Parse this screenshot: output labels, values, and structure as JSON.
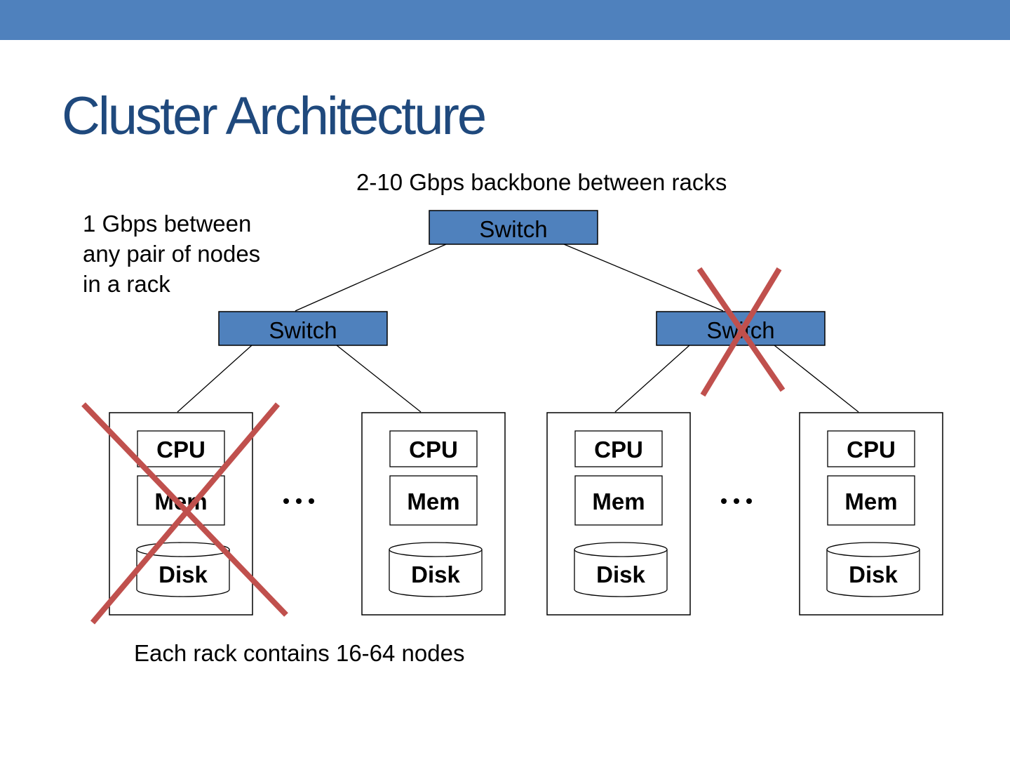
{
  "slide": {
    "title": "Cluster Architecture",
    "accent_color": "#4f81bd",
    "title_color": "#1f497d"
  },
  "captions": {
    "backbone": "2-10 Gbps backbone between racks",
    "rack_bandwidth": [
      "1 Gbps between",
      "any pair of nodes",
      "in a rack"
    ],
    "rack_size": "Each rack contains 16-64 nodes"
  },
  "switches": {
    "root": {
      "label": "Switch",
      "failed": false
    },
    "left": {
      "label": "Switch",
      "failed": false
    },
    "right": {
      "label": "Switch",
      "failed": true
    }
  },
  "switch_color": "#4f81bd",
  "failure_mark_color": "#c0504d",
  "nodes": [
    {
      "cpu": "CPU",
      "mem": "Mem",
      "disk": "Disk",
      "failed": true
    },
    {
      "cpu": "CPU",
      "mem": "Mem",
      "disk": "Disk",
      "failed": false
    },
    {
      "cpu": "CPU",
      "mem": "Mem",
      "disk": "Disk",
      "failed": false
    },
    {
      "cpu": "CPU",
      "mem": "Mem",
      "disk": "Disk",
      "failed": false
    }
  ],
  "ellipsis": "•••"
}
